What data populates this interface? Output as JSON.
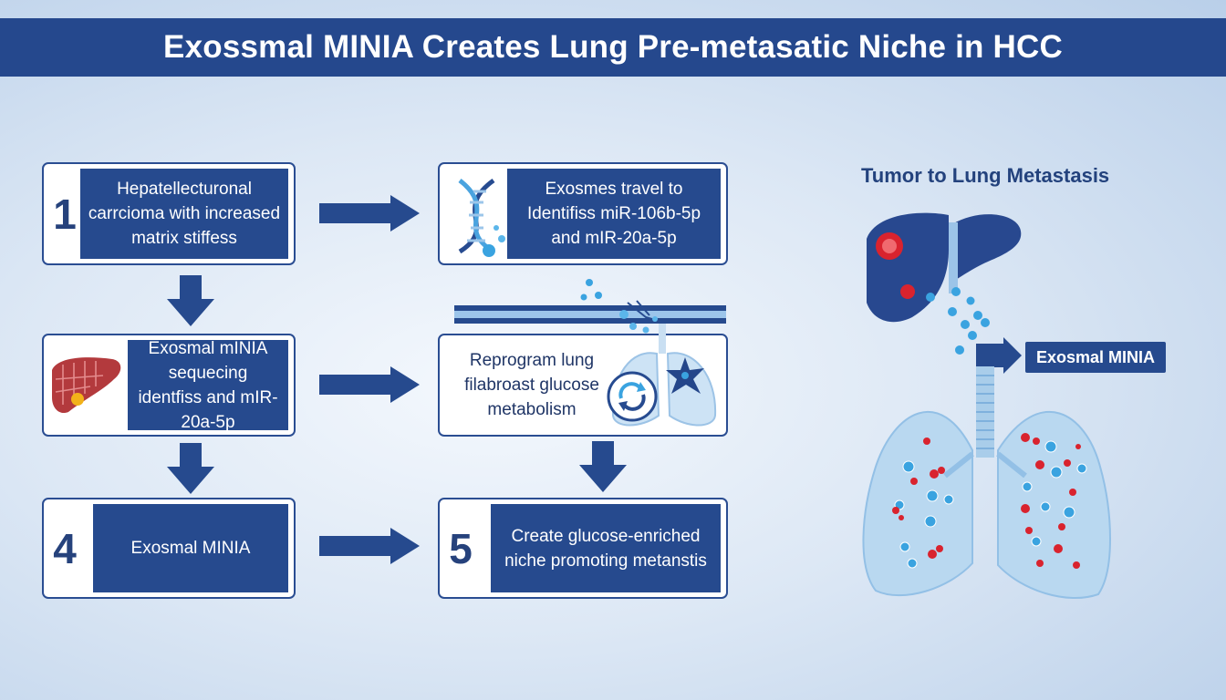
{
  "title": "Exossmal MINIA Creates Lung Pre-metasatic Niche in HCC",
  "steps": [
    {
      "num": "1",
      "text": "Hepatellecturonal carrcioma with increased matrix stiffess"
    },
    {
      "num": "",
      "text": "Exosmes travel to Identifiss miR-106b-5p and mIR-20a-5p"
    },
    {
      "num": "",
      "text": "Exosmal mINIA sequecing identfiss and mIR-20a-5p"
    },
    {
      "num": "",
      "text": "Reprogram lung filabroast glucose metabolism"
    },
    {
      "num": "4",
      "text": "Exosmal MINIA"
    },
    {
      "num": "5",
      "text": "Create glucose-enriched niche promoting metanstis"
    }
  ],
  "side": {
    "title": "Tumor to Lung Metastasis",
    "label": "Exosmal MINIA"
  },
  "colors": {
    "navy": "#264a8e",
    "navy_dark": "#1d3a78",
    "liver": "#28488f",
    "lung": "#a9cdea",
    "tumor": "#d9232e",
    "exosome": "#3aa3e0"
  },
  "icons": [
    "dna-icon",
    "liver-icon",
    "lung-icon",
    "cycle-icon",
    "fibroblast-icon",
    "blood-vessel-icon"
  ]
}
